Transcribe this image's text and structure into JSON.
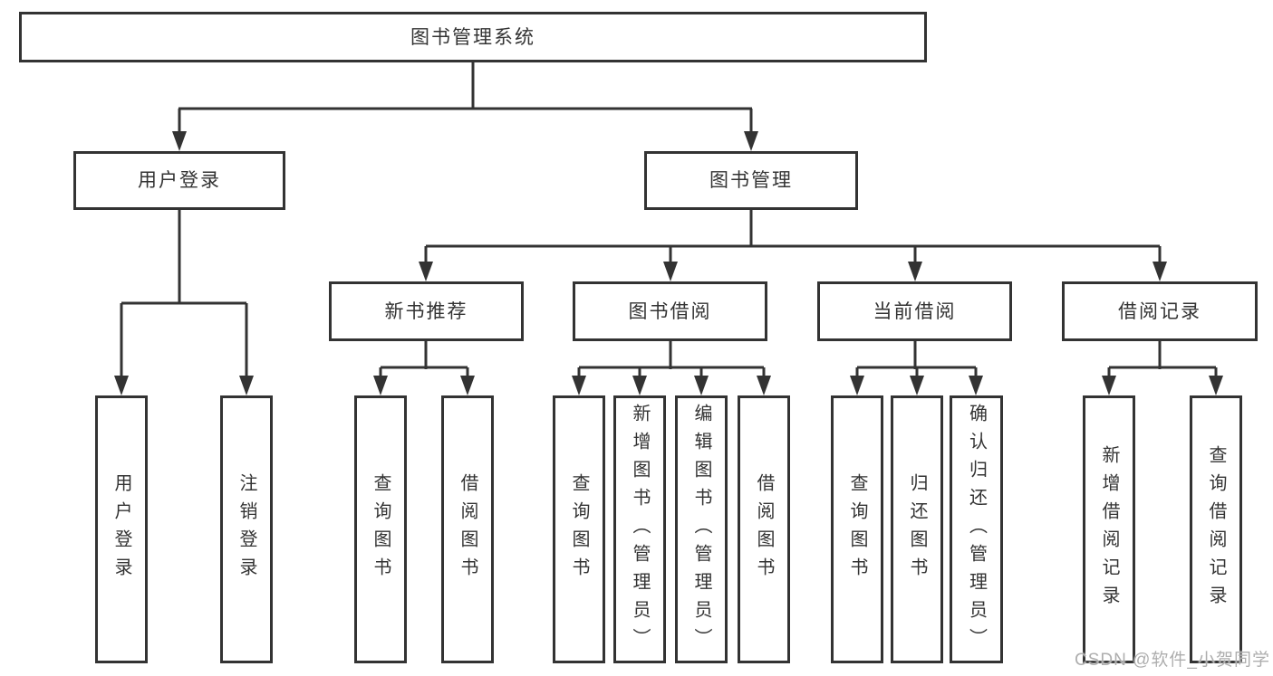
{
  "diagram_type": "hierarchy-chart",
  "colors": {
    "line": "#333333",
    "box_border": "#333333",
    "box_background": "#ffffff",
    "text": "#333333",
    "watermark": "#aeaeae",
    "page_background": "#ffffff"
  },
  "tree": {
    "label": "图书管理系统",
    "children": [
      {
        "label": "用户登录",
        "children": [
          {
            "label": "用户登录"
          },
          {
            "label": "注销登录"
          }
        ]
      },
      {
        "label": "图书管理",
        "children": [
          {
            "label": "新书推荐",
            "children": [
              {
                "label": "查询图书"
              },
              {
                "label": "借阅图书"
              }
            ]
          },
          {
            "label": "图书借阅",
            "children": [
              {
                "label": "查询图书"
              },
              {
                "label": "新增图书（管理员）"
              },
              {
                "label": "编辑图书（管理员）"
              },
              {
                "label": "借阅图书"
              }
            ]
          },
          {
            "label": "当前借阅",
            "children": [
              {
                "label": "查询图书"
              },
              {
                "label": "归还图书"
              },
              {
                "label": "确认归还（管理员）"
              }
            ]
          },
          {
            "label": "借阅记录",
            "children": [
              {
                "label": "新增借阅记录"
              },
              {
                "label": "查询借阅记录"
              }
            ]
          }
        ]
      }
    ]
  },
  "watermark": "CSDN @软件_小贺同学"
}
